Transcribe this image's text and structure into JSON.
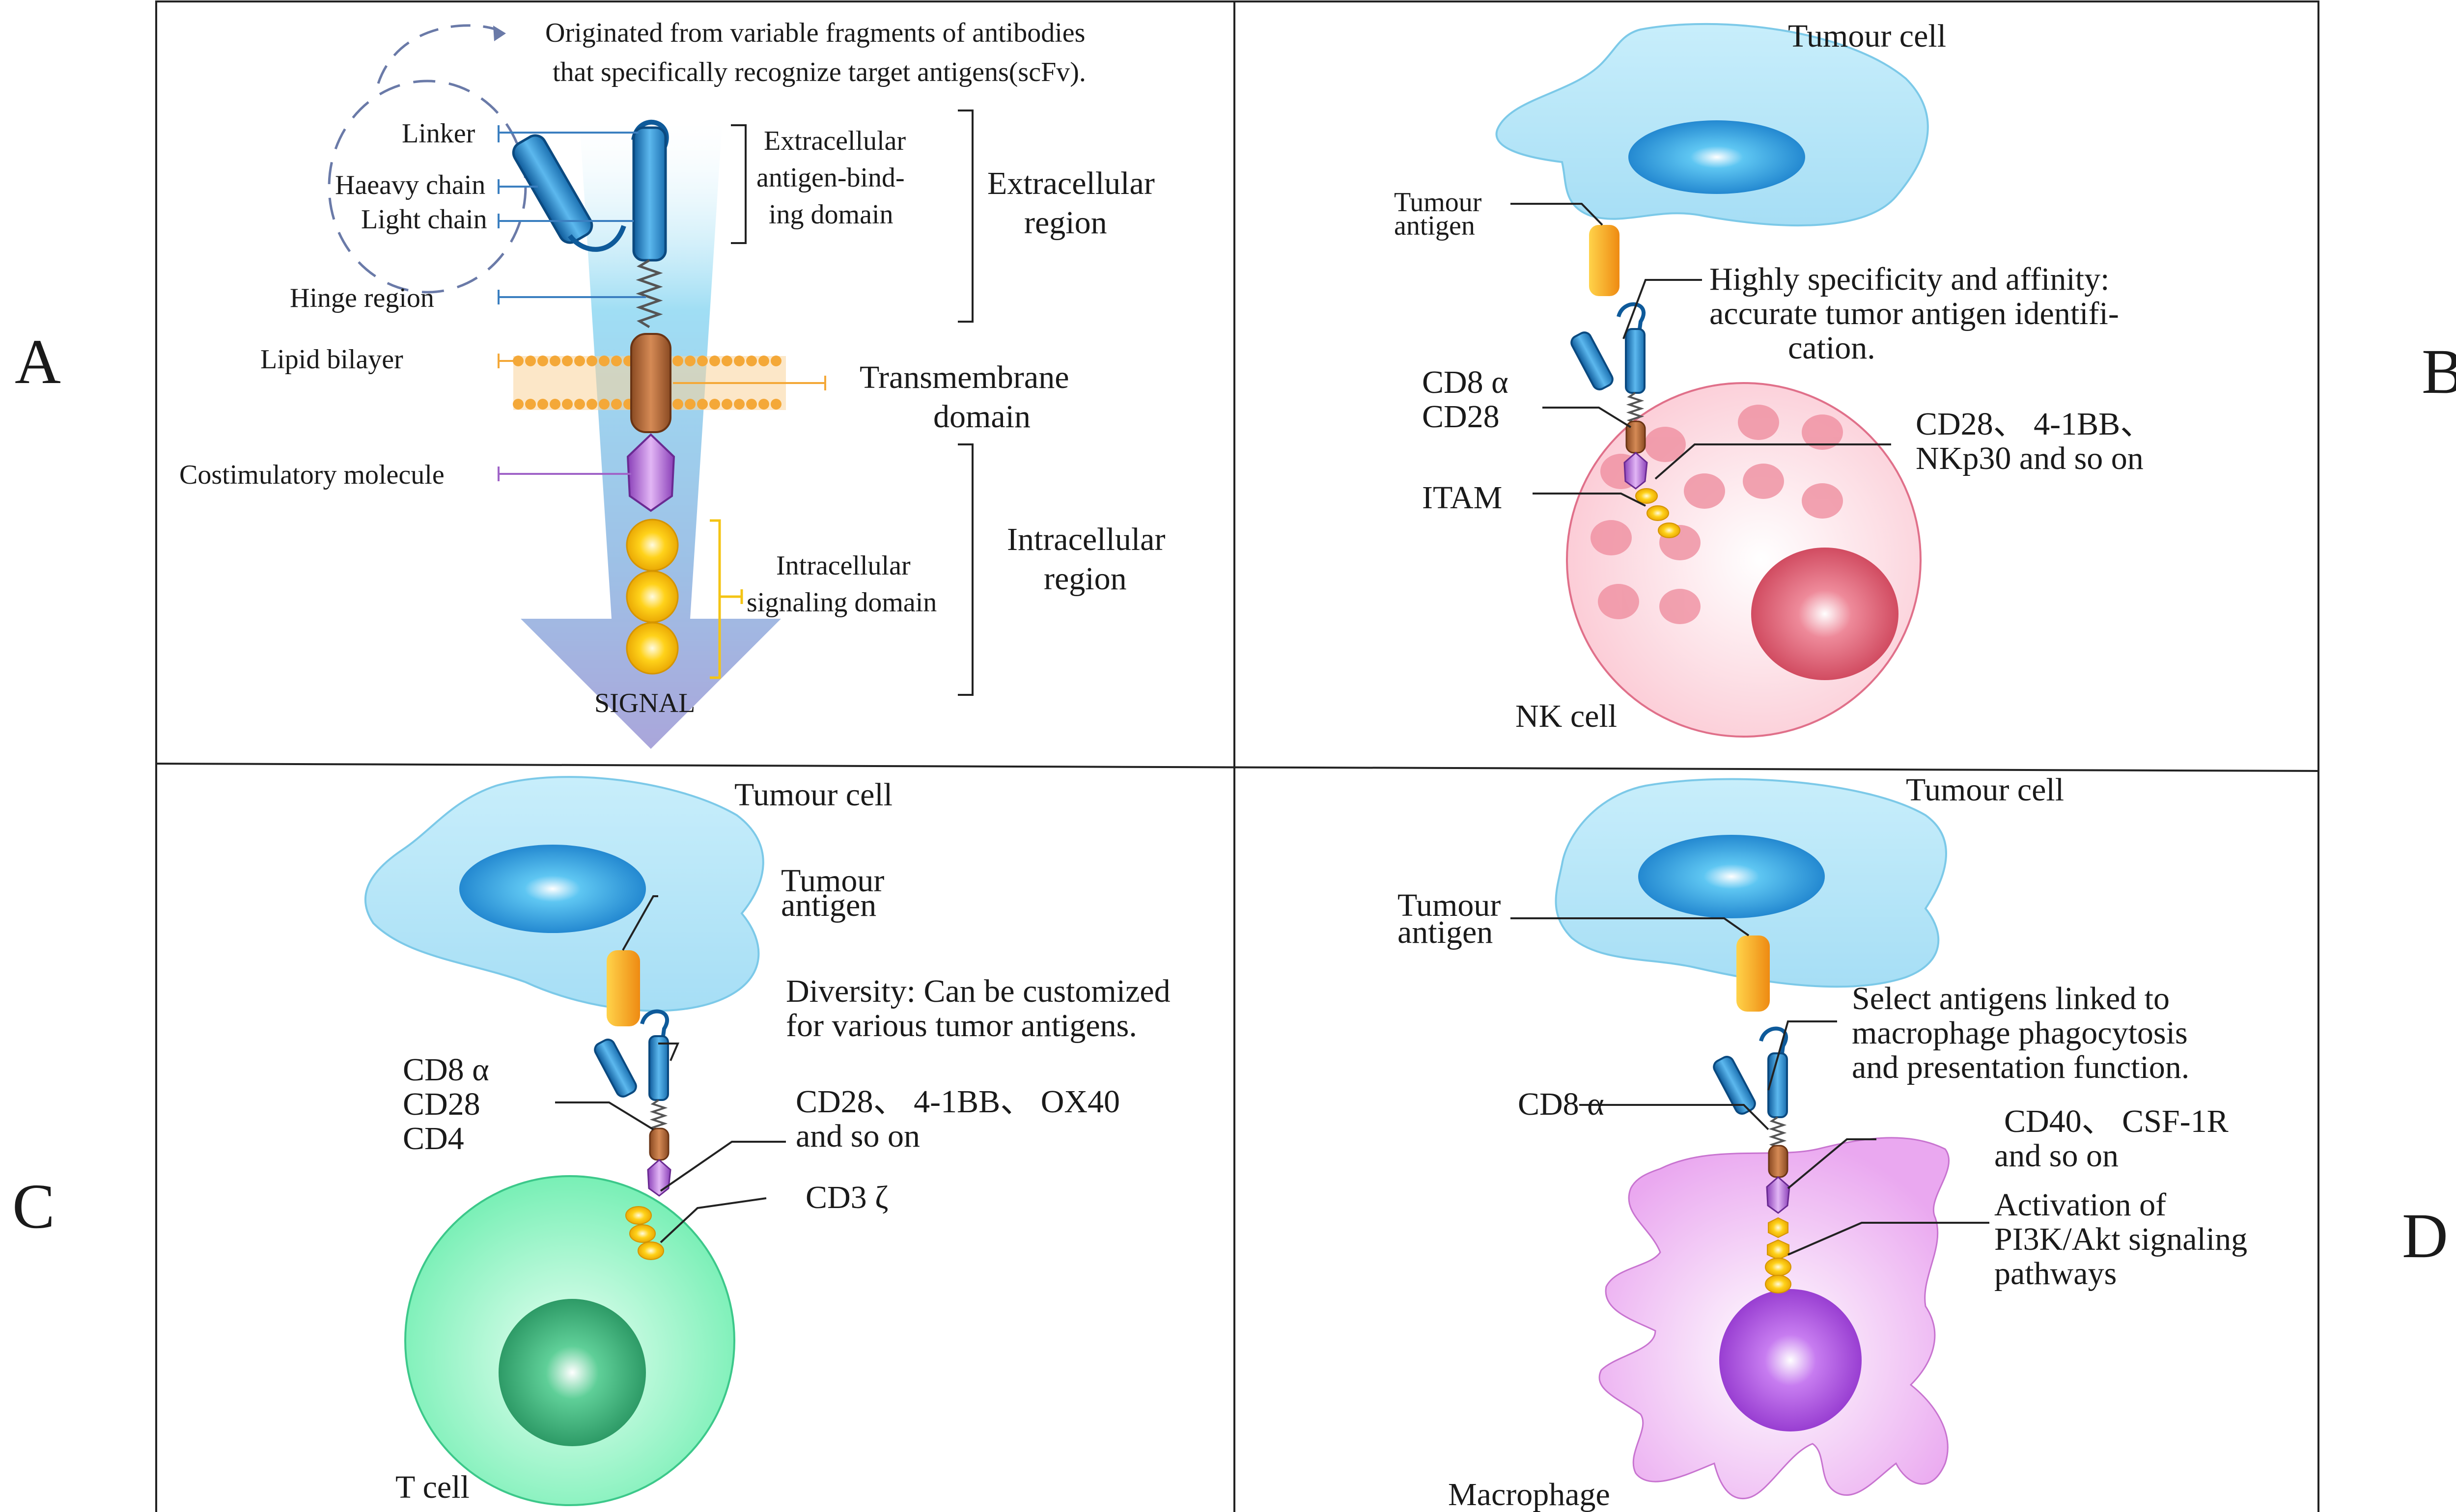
{
  "panel_letters": {
    "a": "A",
    "b": "B",
    "c": "C",
    "d": "D"
  },
  "panel_a": {
    "origin_note_1": "Originated from variable fragments of antibodies",
    "origin_note_2": "that specifically recognize target antigens(scFv).",
    "linker": "Linker",
    "heavy_chain": "Haeavy chain",
    "light_chain": "Light chain",
    "hinge": "Hinge region",
    "lipid": "Lipid bilayer",
    "costim": "Costimulatory molecule",
    "signal": "SIGNAL",
    "extra_binding_1": "Extracellular",
    "extra_binding_2": "antigen-bind-",
    "extra_binding_3": "ing domain",
    "extra_region_1": "Extracellular",
    "extra_region_2": "region",
    "tm_1": "Transmembrane",
    "tm_2": "domain",
    "intra_region_1": "Intracellular",
    "intra_region_2": "region",
    "intra_sig_1": "Intracellular",
    "intra_sig_2": "signaling domain"
  },
  "panel_b": {
    "tumour_cell": "Tumour cell",
    "tumour_antigen_1": "Tumour",
    "tumour_antigen_2": "antigen",
    "note_1": "Highly specificity and affinity:",
    "note_2": "accurate tumor antigen identifi-",
    "note_3": "cation.",
    "cd8": "CD8 α",
    "cd28": "CD28",
    "costim_1": "CD28、 4-1BB、",
    "costim_2": "NKp30 and so on",
    "itam": "ITAM",
    "cell": "NK cell"
  },
  "panel_c": {
    "tumour_cell": "Tumour cell",
    "tumour_antigen_1": "Tumour",
    "tumour_antigen_2": "antigen",
    "note_1": "Diversity: Can be customized",
    "note_2": "for various tumor antigens.",
    "cd8": "CD8 α",
    "cd28": "CD28",
    "cd4": "CD4",
    "costim_1": "CD28、 4-1BB、 OX40",
    "costim_2": "and so on",
    "cd3": "CD3 ζ",
    "cell": "T cell"
  },
  "panel_d": {
    "tumour_cell": "Tumour cell",
    "tumour_antigen_1": "Tumour",
    "tumour_antigen_2": "antigen",
    "note_1": "Select antigens linked to",
    "note_2": "macrophage phagocytosis",
    "note_3": "and presentation function.",
    "cd8": "CD8 α",
    "costim_1": "CD40、 CSF-1R",
    "costim_2": "and so on",
    "act_1": "Activation of",
    "act_2": "PI3K/Akt signaling",
    "act_3": "pathways",
    "cell": "Macrophage"
  },
  "colors": {
    "tumour_cell": "#b7e6f7",
    "tumour_nucleus": "#1e8fd6",
    "antigen": "#f3a21e",
    "scfv": "#1f7bbf",
    "transmembrane": "#b46a3a",
    "costim": "#b07ad6",
    "itam": "#f4c414",
    "nk_cell": "#fbd6de",
    "nk_nucleus": "#d8566c",
    "t_cell": "#7cf2b8",
    "t_nucleus": "#2ea06a",
    "macrophage": "#efb8f2",
    "mac_nucleus": "#a040d8",
    "signal_arrow": "#9b96d4"
  }
}
